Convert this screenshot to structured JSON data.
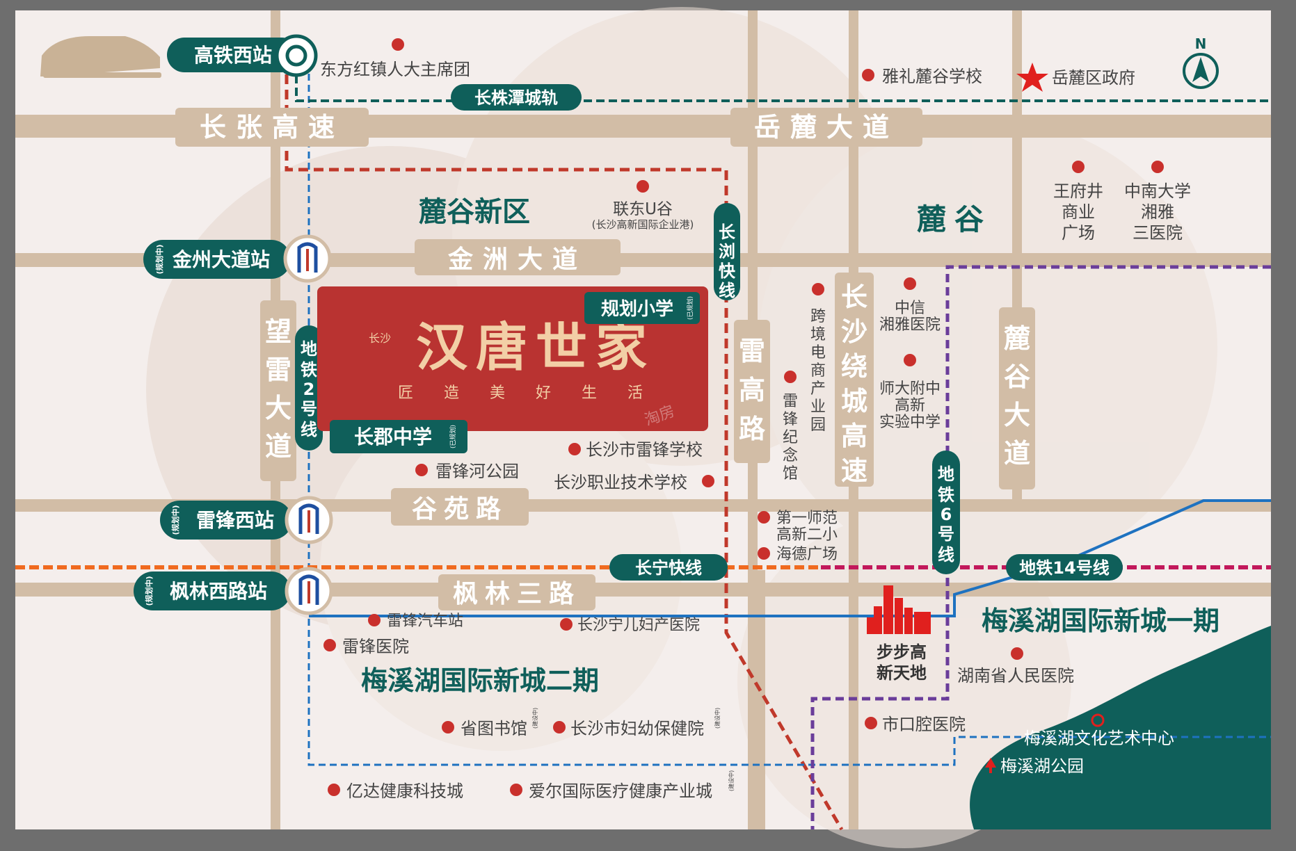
{
  "colors": {
    "background": "#f4eeec",
    "road": "#d2bda6",
    "teal": "#0f5f5a",
    "poi": "#c9302c",
    "metro_blue": "#1e72c0",
    "red_dashed": "#c0392b",
    "purple_dashed": "#6a3d9a",
    "orange_dashed": "#f06a1f",
    "magenta_dashed": "#c2185b",
    "project_red": "#b93331",
    "project_text": "#f2cfa6"
  },
  "roads": {
    "changzhang": "长张高速",
    "yuelu_avenue": "岳麓大道",
    "jinzhou_avenue": "金洲大道",
    "guyuan_road": "谷苑路",
    "fenglin_road": "枫林三路",
    "wanglei_avenue": "望雷大道",
    "leigao_road": "雷高路",
    "changsha_ring": "长沙绕城高速",
    "lugu_avenue": "麓谷大道"
  },
  "lines": {
    "czt": "长株潭城轨",
    "changliu": "长浏快线",
    "metro2": "地铁2号线",
    "metro6": "地铁6号线",
    "metro14": "地铁14号线",
    "changning": "长宁快线"
  },
  "stations": {
    "gaotie": "高铁西站",
    "jinzhou": "金州大道站",
    "leifeng": "雷锋西站",
    "fenglin": "枫林西路站",
    "planned_tag": "(规划中)"
  },
  "areas": {
    "lugu_new": "麓谷新区",
    "lugu": "麓谷",
    "meixi1": "梅溪湖国际新城一期",
    "meixi2": "梅溪湖国际新城二期"
  },
  "project": {
    "prefix": "长沙",
    "name": "汉唐世家",
    "slogan": "匠造美好生活",
    "school1": "规划小学",
    "school2": "长郡中学",
    "school_tag": "(已规划)"
  },
  "pois": {
    "dongfanghong": "东方红镇人大主席团",
    "yali": "雅礼麓谷学校",
    "yuelu_gov": "岳麓区政府",
    "liandong": "联东U谷",
    "liandong_sub": "(长沙高新国际企业港)",
    "wangfujing": "王府井\n商业\n广场",
    "zhongnan": "中南大学\n湘雅\n三医院",
    "kuajing": "跨\n境\n电\n商\n产\n业\n园",
    "leifeng_memorial": "雷\n锋\n纪\n念\n馆",
    "zhongxin": "中信\n湘雅医院",
    "shida": "师大附中\n高新\n实验中学",
    "leifeng_school": "长沙市雷锋学校",
    "zhiye": "长沙职业技术学校",
    "leifeng_park": "雷锋河公园",
    "diyi": "第一师范\n高新二小",
    "haide": "海德广场",
    "bus_station": "雷锋汽车站",
    "ninger": "长沙宁儿妇产医院",
    "leifeng_hospital": "雷锋医院",
    "bubugao": "步步高\n新天地",
    "renmin": "湖南省人民医院",
    "kouqiang": "市口腔医院",
    "library": "省图书馆",
    "fuyou": "长沙市妇幼保健院",
    "yida": "亿达健康科技城",
    "aier": "爱尔国际医疗健康产业城",
    "construction_tag": "(建设中)",
    "meixi_art": "梅溪湖文化艺术中心",
    "meixi_park": "梅溪湖公园"
  },
  "compass": "N",
  "watermark": "淘房"
}
